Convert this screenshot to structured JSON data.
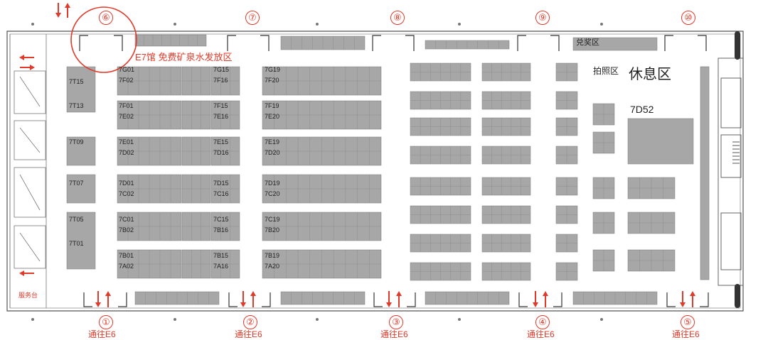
{
  "notice": {
    "text": "E7馆 免费矿泉水发放区",
    "circle_gate": "⑥"
  },
  "areas": {
    "award": "兑奖区",
    "photo": "拍照区",
    "rest": "休息区",
    "rest_booth": "7D52",
    "service_desk": "服务台"
  },
  "top_gates": [
    "⑥",
    "⑦",
    "⑧",
    "⑨",
    "⑩"
  ],
  "bottom_gates": [
    {
      "num": "①",
      "label": "通往E6"
    },
    {
      "num": "②",
      "label": "通往E6"
    },
    {
      "num": "③",
      "label": "通往E6"
    },
    {
      "num": "④",
      "label": "通往E6"
    },
    {
      "num": "⑤",
      "label": "通往E6"
    }
  ],
  "left_booths": [
    "7T15",
    "7T13",
    "7T09",
    "7T07",
    "7T05",
    "7T01"
  ],
  "col1_labels": [
    "7G01",
    "7F02",
    "7F01",
    "7E02",
    "7E01",
    "7D02",
    "7D01",
    "7C02",
    "7C01",
    "7B02",
    "7B01",
    "7A02"
  ],
  "col2_labels": [
    "7G15",
    "7F16",
    "7F15",
    "7E16",
    "7E15",
    "7D16",
    "7D15",
    "7C16",
    "7C15",
    "7B16",
    "7B15",
    "7A16"
  ],
  "col3_labels": [
    "7G19",
    "7F20",
    "7F19",
    "7E20",
    "7E19",
    "7D20",
    "7D19",
    "7C20",
    "7C19",
    "7B20",
    "7B19",
    "7A20"
  ],
  "colors": {
    "booth": "#a7a7a7",
    "booth_edge": "#7a7a7a",
    "wall": "#555555",
    "accent": "#e03a2a"
  }
}
